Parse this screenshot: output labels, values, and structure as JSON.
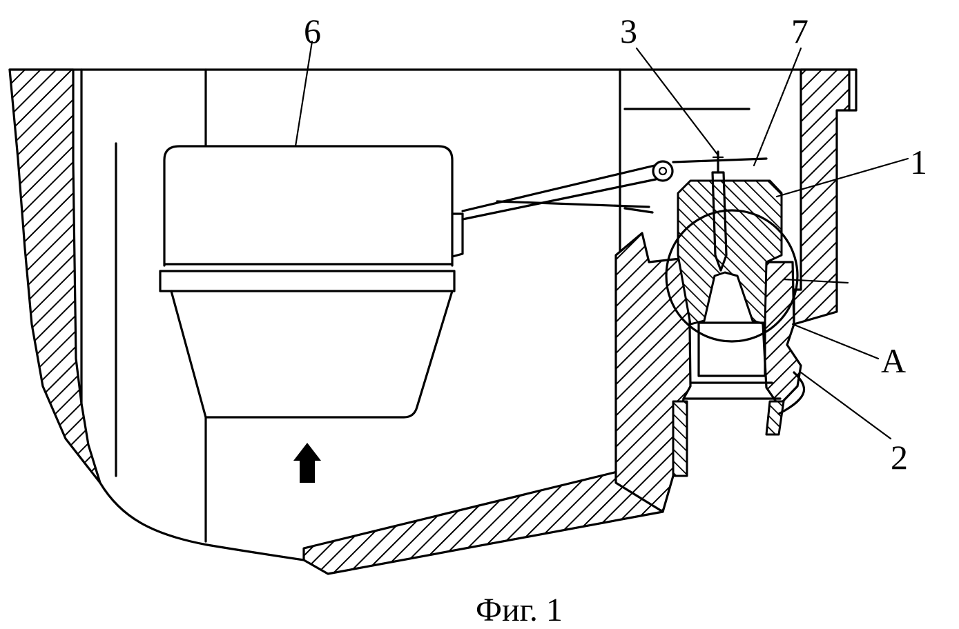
{
  "figure": {
    "caption": "Фиг. 1",
    "labels": {
      "l6": "6",
      "l3": "3",
      "l7": "7",
      "l1": "1",
      "lA": "A",
      "l2": "2"
    }
  }
}
